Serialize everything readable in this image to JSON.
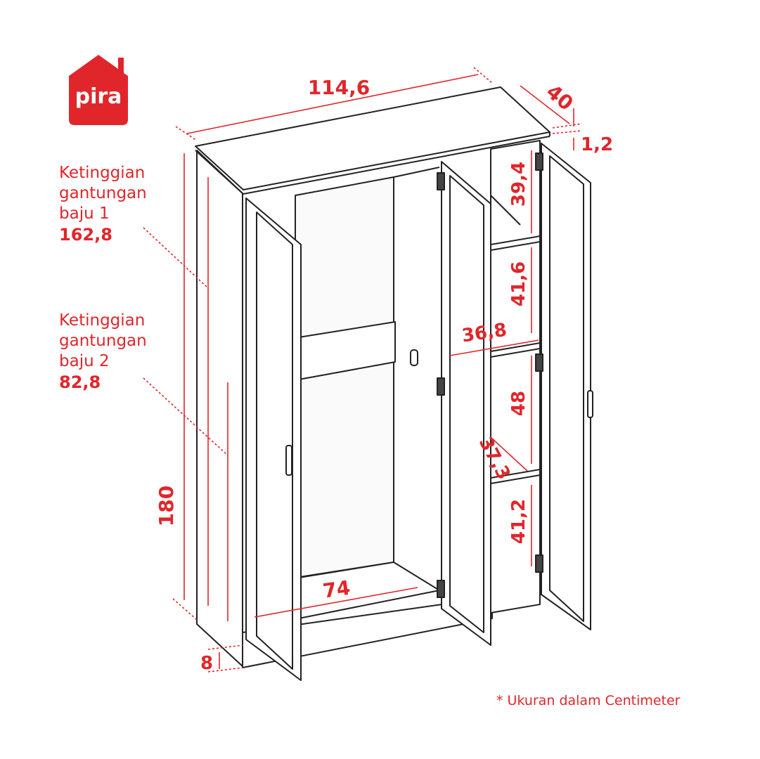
{
  "brand": {
    "logo_text": "pira",
    "color": "#e0262b"
  },
  "hanging_heights": [
    {
      "line1": "Ketinggian",
      "line2": "gantungan",
      "line3": "baju 1",
      "value": "162,8"
    },
    {
      "line1": "Ketinggian",
      "line2": "gantungan",
      "line3": "baju 2",
      "value": "82,8"
    }
  ],
  "dimensions": {
    "width": "114,6",
    "depth": "40",
    "top_thickness": "1,2",
    "height": "180",
    "plinth": "8",
    "inner_width": "74",
    "shelf_width": "36,8",
    "shelf_depth": "37,3",
    "shelf_1": "39,4",
    "shelf_2": "41,6",
    "shelf_3": "48",
    "shelf_4": "41,2"
  },
  "footnote": "* Ukuran dalam Centimeter"
}
